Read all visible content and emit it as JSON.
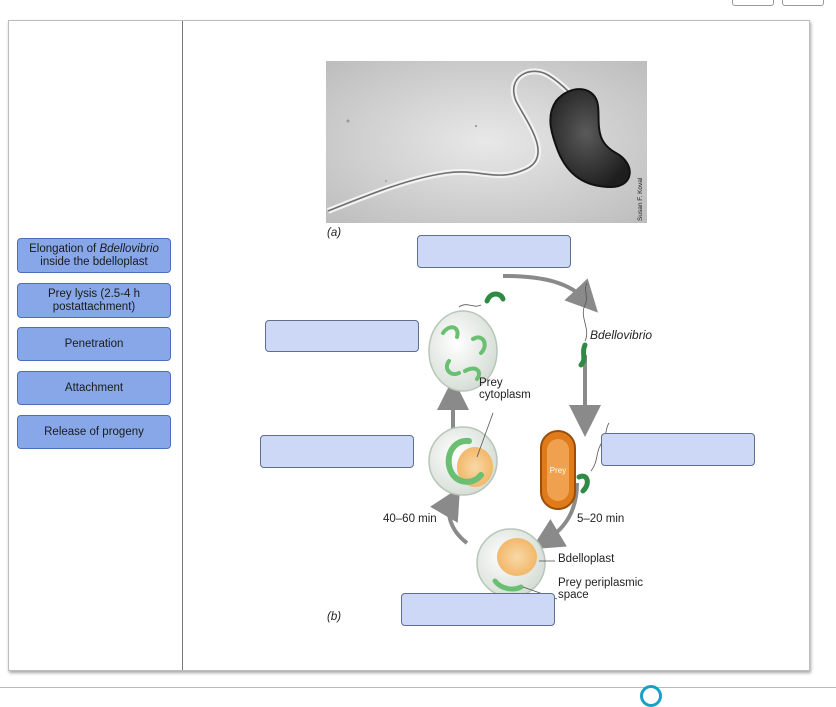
{
  "choices": [
    {
      "label_pre": "Elongation of ",
      "label_em": "Bdellovibrio",
      "label_post": " inside the bdelloplast"
    },
    {
      "label": "Prey lysis (2.5-4 h postattachment)"
    },
    {
      "label": "Penetration"
    },
    {
      "label": "Attachment"
    },
    {
      "label": "Release of progeny"
    }
  ],
  "figure": {
    "panel_a_label": "(a)",
    "panel_b_label": "(b)",
    "photo_credit": "Susan F. Koval",
    "bdellovibrio_label": "Bdellovibrio",
    "prey_label": "Prey",
    "prey_cytoplasm_line1": "Prey",
    "prey_cytoplasm_line2": "cytoplasm",
    "time_left": "40–60 min",
    "time_right": "5–20 min",
    "bdelloplast_label": "Bdelloplast",
    "periplasmic_line1": "Prey periplasmic",
    "periplasmic_line2": "space"
  },
  "colors": {
    "choice_fill": "#87a7e8",
    "drop_fill": "#cdd8f6",
    "bacterium_green": "#6bbf72",
    "prey_orange": "#e07b1c"
  }
}
